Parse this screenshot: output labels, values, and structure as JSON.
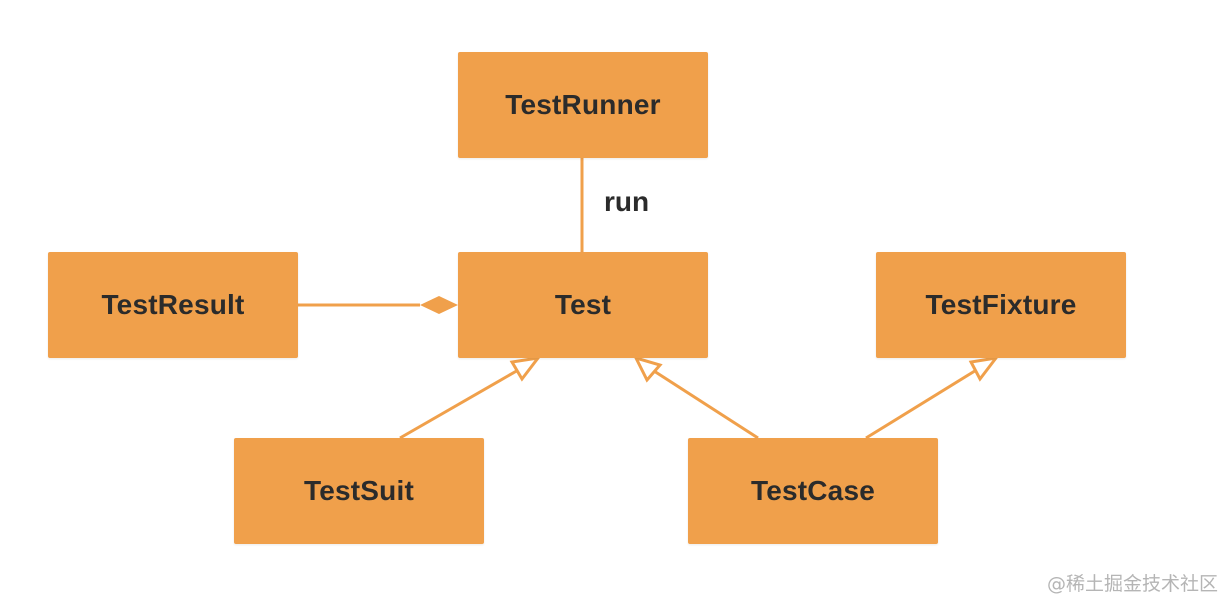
{
  "colors": {
    "node_fill": "#f0a04b",
    "connector": "#f0a04b",
    "text": "#2b2b2b",
    "watermark": "#b5b5b5"
  },
  "nodes": {
    "runner": "TestRunner",
    "test": "Test",
    "result": "TestResult",
    "fixture": "TestFixture",
    "suit": "TestSuit",
    "case": "TestCase"
  },
  "edges": [
    {
      "from": "TestRunner",
      "to": "Test",
      "kind": "association",
      "label": "run"
    },
    {
      "from": "TestResult",
      "to": "Test",
      "kind": "composition"
    },
    {
      "from": "TestSuit",
      "to": "Test",
      "kind": "generalization"
    },
    {
      "from": "TestCase",
      "to": "Test",
      "kind": "generalization"
    },
    {
      "from": "TestCase",
      "to": "TestFixture",
      "kind": "generalization"
    }
  ],
  "edge_label_run": "run",
  "watermark": "@稀土掘金技术社区"
}
